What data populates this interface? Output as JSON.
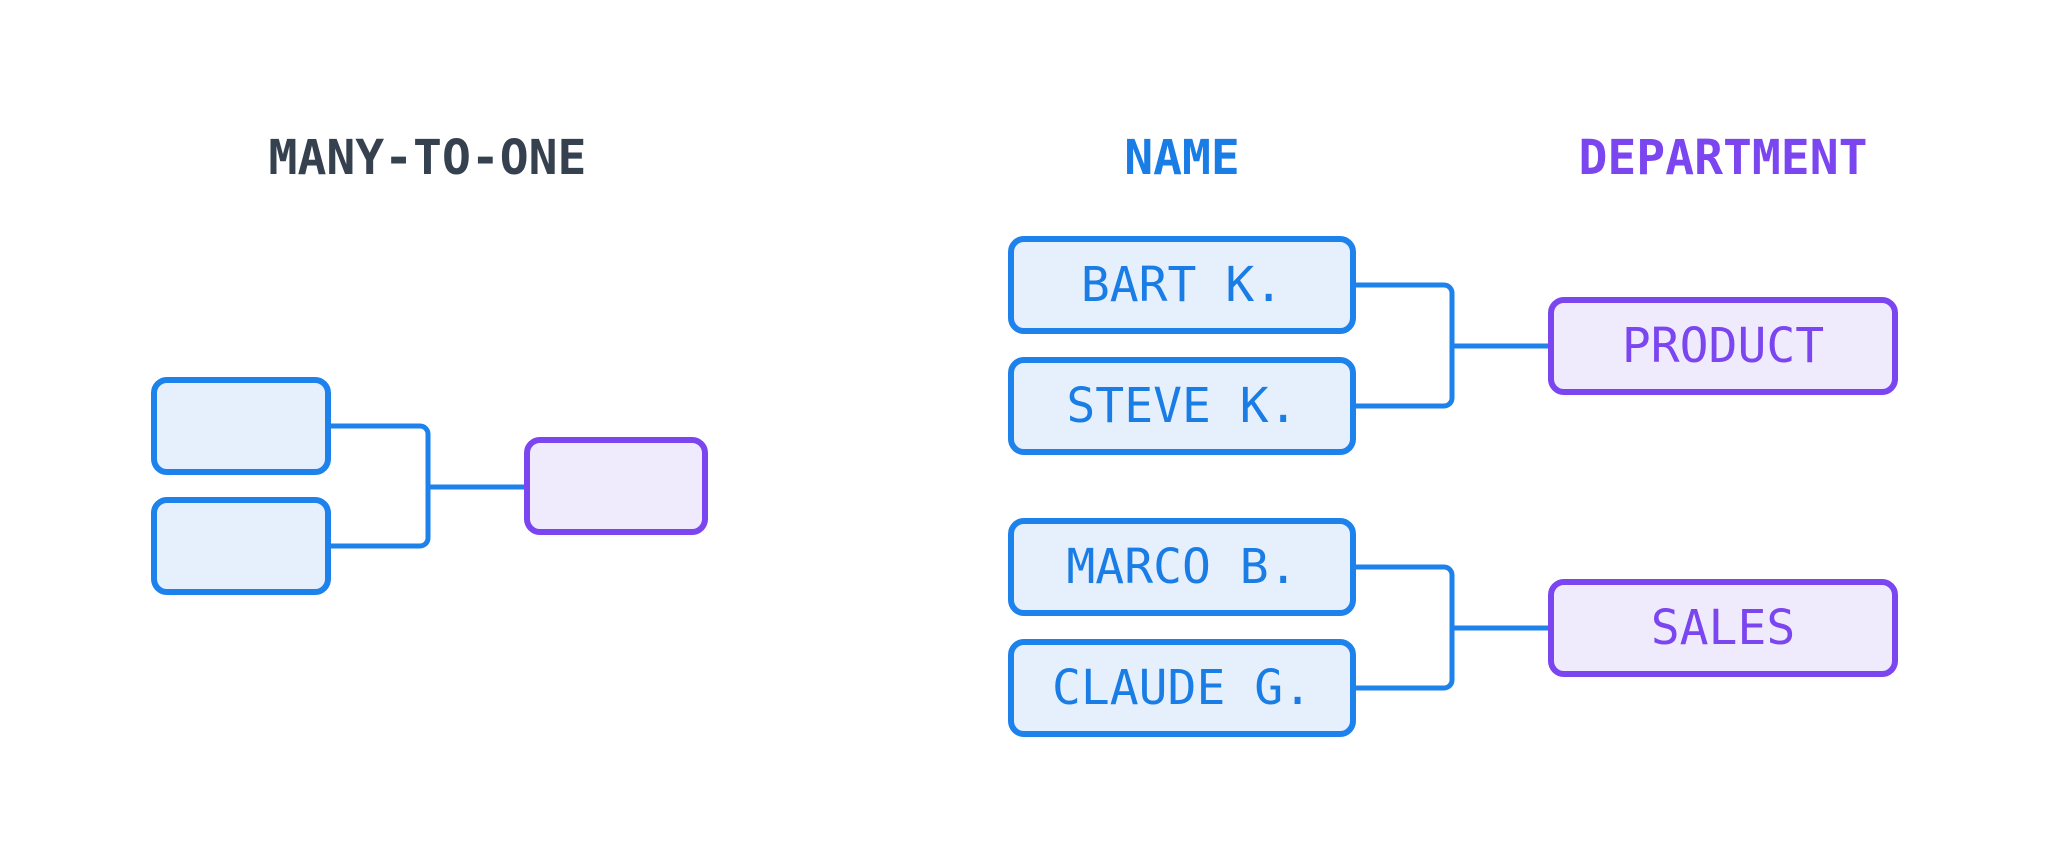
{
  "colors": {
    "blue_stroke": "#1e82ec",
    "blue_fill": "#e6f0fc",
    "blue_text": "#1a7de6",
    "purple_stroke": "#7b45ef",
    "purple_fill": "#efeafc",
    "heading_dark": "#36414f"
  },
  "left": {
    "title": "MANY-TO-ONE"
  },
  "right": {
    "name_header": "NAME",
    "department_header": "DEPARTMENT",
    "groups": [
      {
        "names": [
          "BART K.",
          "STEVE K."
        ],
        "department": "PRODUCT"
      },
      {
        "names": [
          "MARCO B.",
          "CLAUDE G."
        ],
        "department": "SALES"
      }
    ]
  }
}
